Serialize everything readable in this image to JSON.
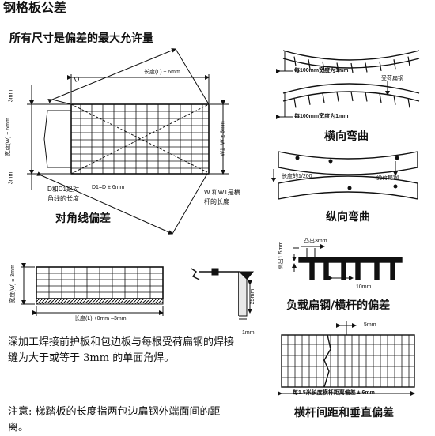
{
  "title": "钢格板公差",
  "subtitle": "所有尺寸是偏差的最大允许量",
  "diag": {
    "length": "长度(L) ± 6mm",
    "D": "D",
    "d_label": "D和D1是对\n角线的长度",
    "d_tol": "D1=D ± 6mm",
    "w_label": "W 和W1是横\n杆的长度",
    "width_left": "宽度(W) ± 6mm",
    "width_right": "W1=W ± 6mm",
    "mm3_top": "3mm",
    "mm3_bot": "3mm",
    "caption": "对角线偏差"
  },
  "weld": {
    "width": "宽度(W) ± 3mm",
    "length": "长度(L) +0mm –3mm",
    "mm25": "25mm",
    "mm1": "1mm",
    "text": "深加工焊接前护板和包边板与每根受荷扁钢的焊接缝为大于或等于 3mm 的单面角焊。",
    "note": "注意: 梯踏板的长度指两包边扁钢外端面间的距离。"
  },
  "lateral": {
    "per100_top": "每100mm宽度为1mm",
    "loaded": "受荷扁钢",
    "per100_bot": "每100mm宽度为1mm",
    "caption": "横向弯曲"
  },
  "longitudinal": {
    "len": "长度的1/200",
    "loaded": "受荷扁钢",
    "caption": "纵向弯曲"
  },
  "bearing": {
    "proj": "凸出3mm",
    "height": "高出1.5mm",
    "mm10": "10mm",
    "caption": "负载扁钢/横杆的偏差"
  },
  "crossbar": {
    "mm5": "5mm",
    "per1500": "每1.5米长度横杆距离偏差 ± 6mm",
    "caption": "横杆间距和垂直偏差"
  }
}
